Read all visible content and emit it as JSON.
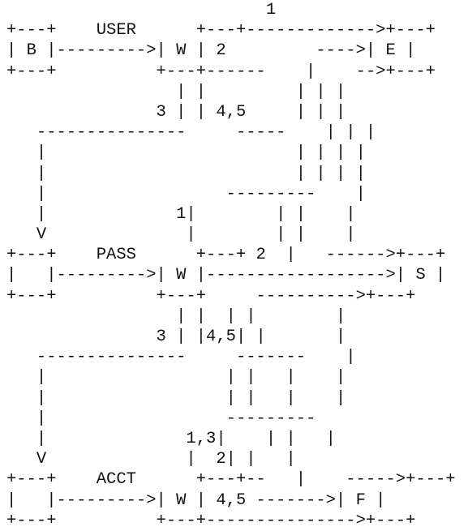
{
  "diagram": {
    "lines": [
      "                          1",
      "+---+    USER      +---+------------->+---+",
      "| B |--------->| W | 2         ---->| E |",
      "+---+          +---+------    |    -->+---+",
      "                 | |         | | |",
      "               3 | | 4,5     | | |",
      "   ---------------     -----    | | |",
      "   |                         | | | |",
      "   |                         | | | |",
      "   |                  ---------    |",
      "   |             1|        | |    |",
      "   V              |        | |    |",
      "+---+    PASS      +---+ 2  |   ------>+---+",
      "|   |--------->| W |------------------>| S |",
      "+---+          +---+     ---------->+---+",
      "                 | |  | |        |",
      "               3 | |4,5| |       |",
      "   ---------------     -------    |",
      "   |                  | |   |    |",
      "   |                  | |   |    |",
      "   |                  ---------    ",
      "   |              1,3|    | |   |",
      "   V              |  2| |   |",
      "+---+    ACCT      +---+--   |    ----->+---+",
      "|   |--------->| W | 4,5 ------->| F |",
      "+---+          +---+--------------->+---+"
    ]
  }
}
